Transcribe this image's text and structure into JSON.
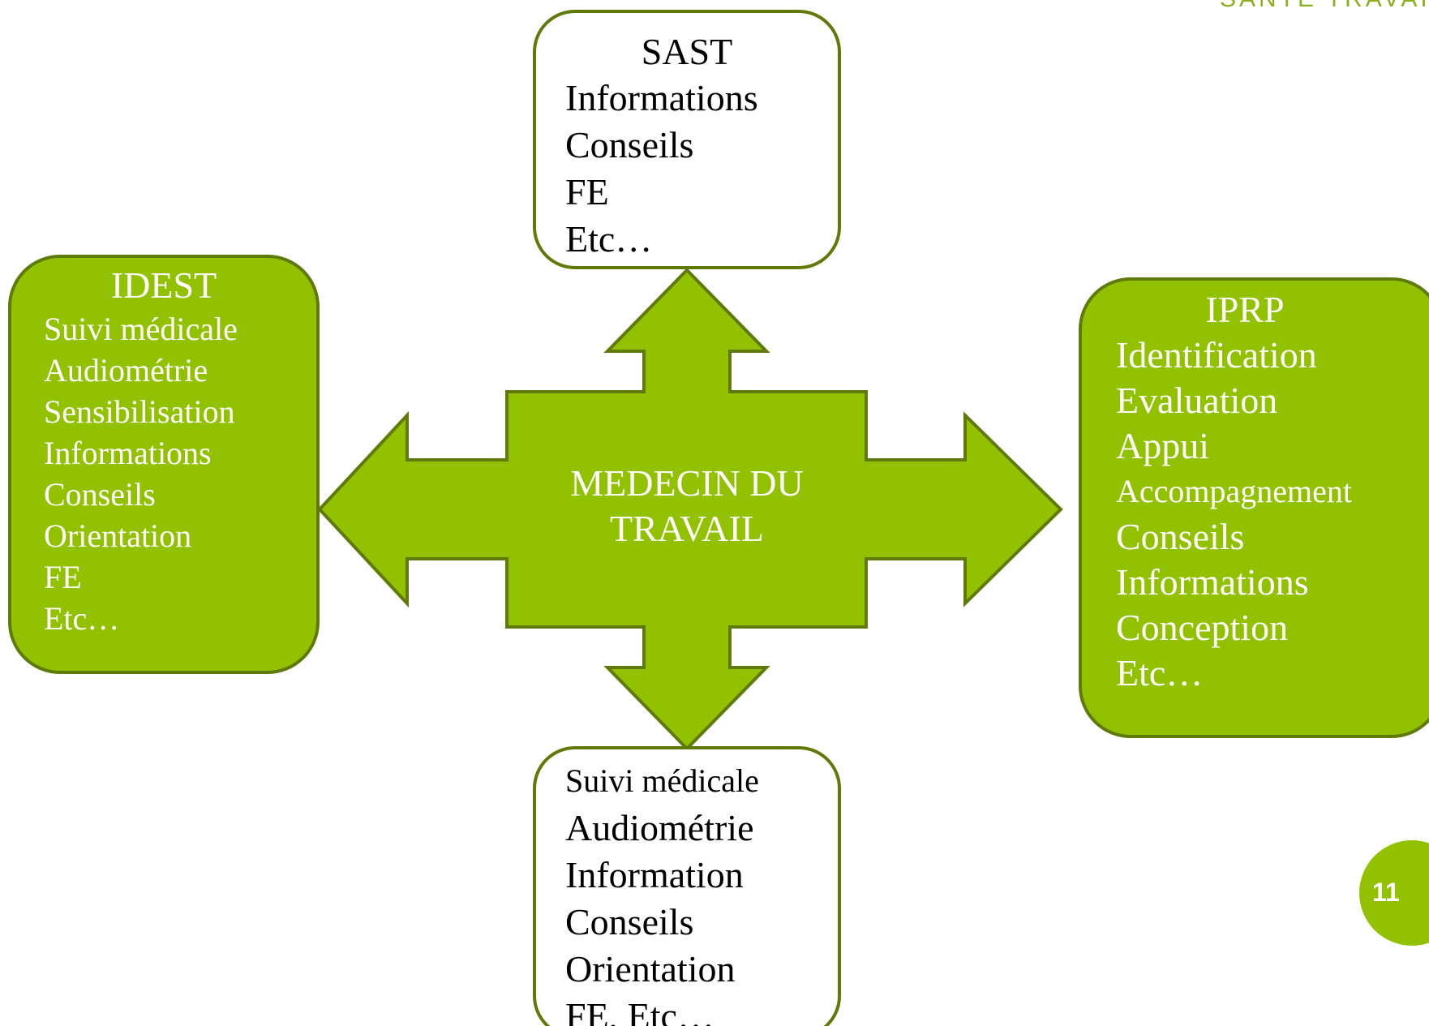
{
  "logo": {
    "text": "SANTE TRAVAIL"
  },
  "center": {
    "line1": "MEDECIN DU",
    "line2": "TRAVAIL"
  },
  "boxes": {
    "sast": {
      "title": "SAST",
      "items": [
        "Informations",
        "Conseils",
        "FE",
        "Etc…"
      ]
    },
    "idest": {
      "title": "IDEST",
      "items": [
        "Suivi médicale",
        "Audiométrie",
        "Sensibilisation",
        "Informations",
        "Conseils",
        "Orientation",
        "FE",
        "Etc…"
      ]
    },
    "iprp": {
      "title": "IPRP",
      "items": [
        "Identification",
        "Evaluation",
        "Appui",
        "Accompagnement",
        "Conseils",
        "Informations",
        "Conception",
        "Etc…"
      ]
    },
    "bottom": {
      "items": [
        "Suivi médicale",
        "Audiométrie",
        "Information",
        "Conseils",
        "Orientation",
        "FE, Etc…"
      ]
    }
  },
  "page_number": "11",
  "colors": {
    "green_fill": "#92c100",
    "green_border": "#5f7a08",
    "white": "#ffffff",
    "text": "#000000"
  }
}
